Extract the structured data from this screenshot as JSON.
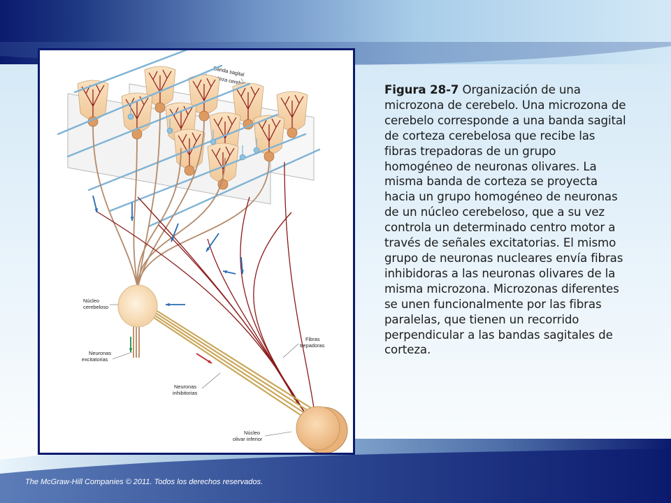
{
  "colors": {
    "frame_border": "#0b1a6e",
    "band_dark": "#0b1a6e",
    "band_light": "#a8cde9",
    "cortex_fill": "#f6d3a8",
    "neuron_fill": "#dd9a62",
    "parallel_fiber": "#7fb3d5",
    "climbing_fiber": "#8b1a1a",
    "nuclear_axon": "#c9a75a",
    "arrow_blue": "#2a6bb0",
    "arrow_green": "#1f8f4a",
    "arrow_red": "#c0292e"
  },
  "diagram": {
    "band_label_line1": "Banda sagital",
    "band_label_line2": "de corteza cerebelosa",
    "label_nucleo_cerebeloso_1": "Núcleo",
    "label_nucleo_cerebeloso_2": "cerebeloso",
    "label_neuronas_excitatorias_1": "Neuronas",
    "label_neuronas_excitatorias_2": "excitatorias",
    "label_fibras_trepadoras_1": "Fibras",
    "label_fibras_trepadoras_2": "trepadoras",
    "label_neuronas_inhibitorias_1": "Neuronas",
    "label_neuronas_inhibitorias_2": "inhibitorias",
    "label_nucleo_olivar_1": "Núcleo",
    "label_nucleo_olivar_2": "olivar inferior"
  },
  "caption": {
    "figure_label": "Figura 28-7",
    "text": "Organización de una microzona de cerebelo. Una microzona de cerebelo corresponde a una banda sagital de corteza cerebelosa que recibe las fibras  trepadoras de un grupo homogéneo de neuronas olivares. La misma banda de corteza se proyecta hacia un grupo homogéneo de neuronas de un núcleo  cerebeloso, que a su vez controla un determinado centro motor a través de señales excitatorias. El mismo grupo de neuronas nucleares envía fibras inhibidoras a las neuronas olivares de la misma microzona. Microzonas diferentes se unen funcionalmente por las fibras paralelas, que tienen un  recorrido perpendicular a las bandas sagitales de corteza."
  },
  "footer": {
    "copyright": "The McGraw-Hill  Companies © 2011.  Todos los derechos  reservados."
  }
}
